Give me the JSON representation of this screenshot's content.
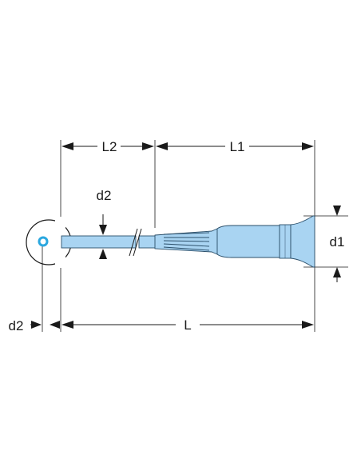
{
  "labels": {
    "L2": "L2",
    "L1": "L1",
    "d2_top": "d2",
    "d1": "d1",
    "d2_bottom": "d2",
    "L": "L"
  },
  "colors": {
    "tool_fill": "#a9d4f2",
    "tool_outline": "#2b4f6a",
    "dimension_lines": "#1a1a1a",
    "tip_dot": "#2aa7df"
  }
}
